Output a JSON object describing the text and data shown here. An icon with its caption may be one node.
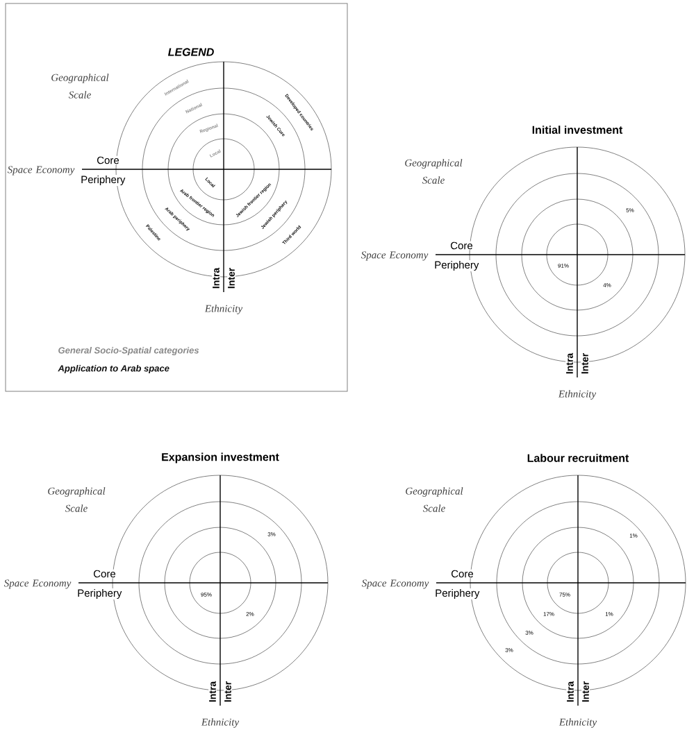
{
  "diagram": {
    "nodes": [
      {
        "text": [
          "LEGEND"
        ]
      }
    ],
    "labels": [
      "Geographical Scale",
      "International",
      "National",
      "Regional",
      "Local",
      "Developed countries",
      "Jewish Core",
      "Space Economy",
      "Core",
      "Periphery",
      "Local",
      "Arab frontier region",
      "Arab periphery",
      "Palestine",
      "Jewish frontier region",
      "Jewish periphery",
      "Third world",
      "Intra",
      "Inter",
      "Ethnicity",
      "Initial investment",
      "Geographical Scale",
      "5%",
      "Space Economy",
      "Core",
      "Periphery",
      "91%",
      "4%",
      "Intra",
      "Inter",
      "Ethnicity",
      "Expansion investment",
      "Geographical Scale",
      "3%",
      "Space Economy",
      "Core",
      "Periphery",
      "95%",
      "2%",
      "Intra",
      "Inter",
      "Ethnicity",
      "Labour recruitment",
      "Geographical Scale",
      "1%",
      "Space Economy",
      "Core",
      "Periphery",
      "75%",
      "17%",
      "1%",
      "3%",
      "3%",
      "Intra",
      "Inter",
      "Ethnicity"
    ],
    "legend": [
      {
        "text": "General Socio-Spatial categories",
        "color": "#888888"
      },
      {
        "text": "Application to Arab space",
        "color": "#111111"
      }
    ]
  }
}
